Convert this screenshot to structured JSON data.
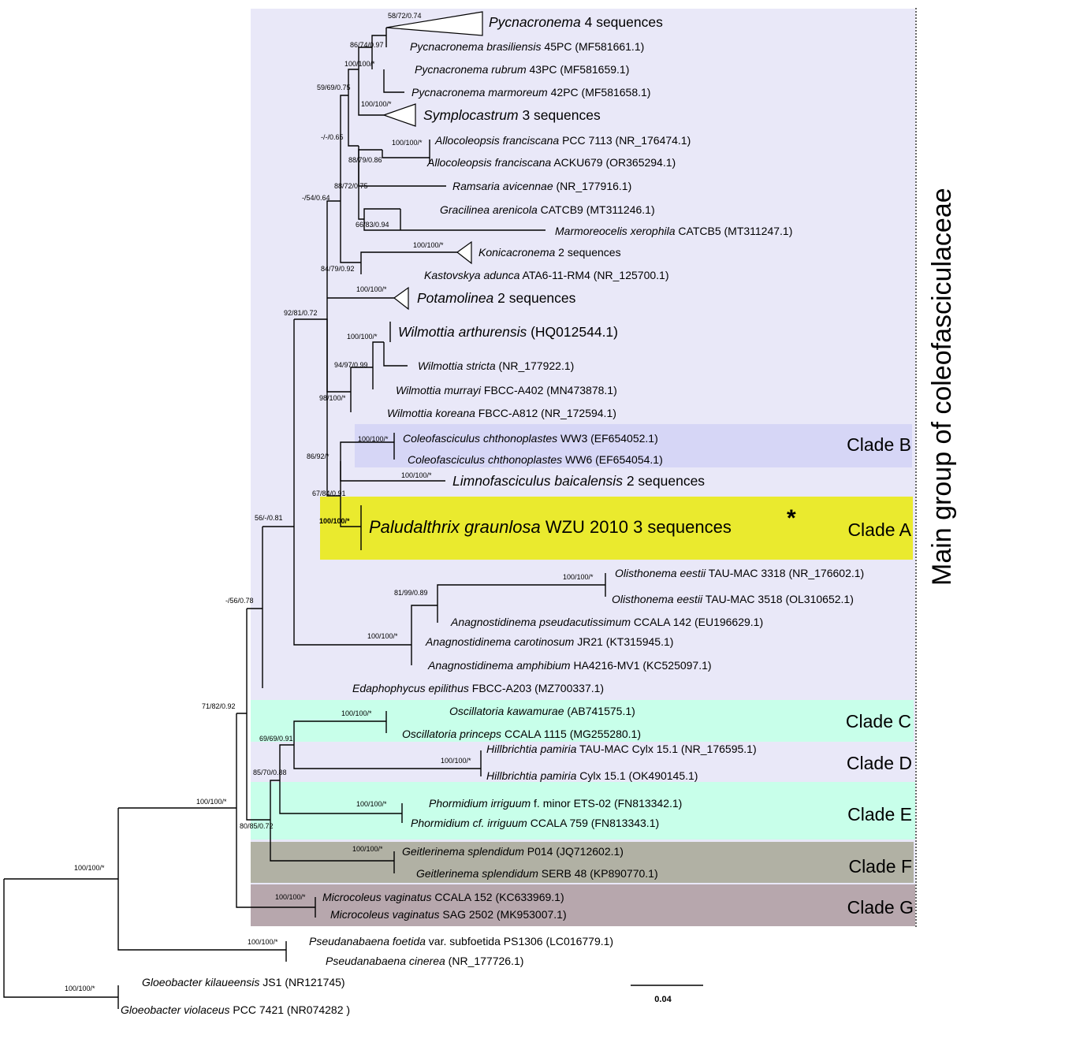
{
  "colors": {
    "main_group": "#e9e8f8",
    "clade_a": "#eaea2e",
    "clade_b": "#d6d6f6",
    "clade_c": "#c8ffea",
    "clade_d": "#e9e8f8",
    "clade_e": "#c8ffea",
    "clade_f": "#b1b1a4",
    "clade_g": "#b7a7ad"
  },
  "group_label": "Main group of coleofasciculaceae",
  "clade_labels": {
    "a": "Clade A",
    "b": "Clade B",
    "c": "Clade C",
    "d": "Clade D",
    "e": "Clade E",
    "f": "Clade F",
    "g": "Clade G"
  },
  "scale_bar": {
    "value": "0.04"
  },
  "supports": [
    "58/72/0.74",
    "86/74/0.97",
    "100/100/*",
    "59/69/0.75",
    "100/100/*",
    "-/-/0.65",
    "100/100/*",
    "88/79/0.86",
    "88/72/0.75",
    "-/54/0.64",
    "66/83/0.94",
    "100/100/*",
    "84/79/0.92",
    "100/100/*",
    "92/81/0.72",
    "100/100/*",
    "94/97/0.99",
    "98/100/*",
    "100/100/*",
    "86/92/*",
    "100/100/*",
    "67/84/0.91",
    "100/100/*",
    "56/-/0.81",
    "100/100/*",
    "81/99/0.89",
    "100/100/*",
    "-/56/0.78",
    "71/82/0.92",
    "100/100/*",
    "69/69/0.91",
    "100/100/*",
    "85/70/0.88",
    "100/100/*",
    "80/85/0.72",
    "100/100/*",
    "100/100/*",
    "100/100/*",
    "100/100/*",
    "100/100/*"
  ],
  "tips": [
    {
      "genus": "Pycnacronema",
      "rest": " 4 sequences"
    },
    {
      "genus": "Pycnacronema brasiliensis",
      "rest": " 45PC (MF581661.1)"
    },
    {
      "genus": "Pycnacronema rubrum",
      "rest": " 43PC (MF581659.1)"
    },
    {
      "genus": "Pycnacronema marmoreum",
      "rest": " 42PC (MF581658.1)"
    },
    {
      "genus": "Symplocastrum",
      "rest": " 3 sequences"
    },
    {
      "genus": "Allocoleopsis franciscana",
      "rest": " PCC 7113 (NR_176474.1)"
    },
    {
      "genus": "Allocoleopsis franciscana",
      "rest": " ACKU679 (OR365294.1)"
    },
    {
      "genus": "Ramsaria avicennae",
      "rest": " (NR_177916.1)"
    },
    {
      "genus": "Gracilinea arenicola",
      "rest": " CATCB9 (MT311246.1)"
    },
    {
      "genus": "Marmoreocelis xerophila",
      "rest": " CATCB5 (MT311247.1)"
    },
    {
      "genus": "Konicacronema",
      "rest": " 2 sequences"
    },
    {
      "genus": "Kastovskya adunca",
      "rest": " ATA6-11-RM4 (NR_125700.1)"
    },
    {
      "genus": "Potamolinea",
      "rest": " 2 sequences"
    },
    {
      "genus": "Wilmottia arthurensis",
      "rest": " (HQ012544.1)"
    },
    {
      "genus": "Wilmottia stricta",
      "rest": " (NR_177922.1)"
    },
    {
      "genus": "Wilmottia murrayi",
      "rest": " FBCC-A402 (MN473878.1)"
    },
    {
      "genus": "Wilmottia koreana",
      "rest": " FBCC-A812 (NR_172594.1)"
    },
    {
      "genus": "Coleofasciculus chthonoplastes",
      "rest": " WW3 (EF654052.1)"
    },
    {
      "genus": "Coleofasciculus chthonoplastes",
      "rest": " WW6 (EF654054.1)"
    },
    {
      "genus": "Limnofasciculus baicalensis",
      "rest": " 2 sequences"
    },
    {
      "genus": "Paludalthrix graunlosa",
      "rest": " WZU 2010 3 sequences"
    },
    {
      "genus": "Olisthonema eestii",
      "rest": " TAU-MAC 3318 (NR_176602.1)"
    },
    {
      "genus": "Olisthonema eestii",
      "rest": " TAU-MAC 3518 (OL310652.1)"
    },
    {
      "genus": "Anagnostidinema pseudacutissimum",
      "rest": " CCALA 142 (EU196629.1)"
    },
    {
      "genus": "Anagnostidinema carotinosum",
      "rest": " JR21 (KT315945.1)"
    },
    {
      "genus": "Anagnostidinema amphibium",
      "rest": " HA4216-MV1 (KC525097.1)"
    },
    {
      "genus": "Edaphophycus epilithus",
      "rest": " FBCC-A203 (MZ700337.1)"
    },
    {
      "genus": "Oscillatoria kawamurae",
      "rest": " (AB741575.1)"
    },
    {
      "genus": "Oscillatoria princeps",
      "rest": " CCALA 1115 (MG255280.1)"
    },
    {
      "genus": "Hillbrichtia pamiria",
      "rest": " TAU-MAC Cylx 15.1 (NR_176595.1)"
    },
    {
      "genus": "Hillbrichtia pamiria",
      "rest": " Cylx 15.1 (OK490145.1)"
    },
    {
      "genus": "Phormidium irriguum",
      "rest": " f. minor ETS-02 (FN813342.1)"
    },
    {
      "genus": "Phormidium cf. irriguum",
      "rest": " CCALA 759 (FN813343.1)"
    },
    {
      "genus": "Geitlerinema splendidum",
      "rest": " P014 (JQ712602.1)"
    },
    {
      "genus": "Geitlerinema splendidum",
      "rest": " SERB 48 (KP890770.1)"
    },
    {
      "genus": "Microcoleus vaginatus",
      "rest": " CCALA 152 (KC633969.1)"
    },
    {
      "genus": "Microcoleus vaginatus",
      "rest": " SAG 2502 (MK953007.1)"
    },
    {
      "genus": "Pseudanabaena foetida",
      "rest": " var. subfoetida PS1306 (LC016779.1)"
    },
    {
      "genus": "Pseudanabaena cinerea",
      "rest": " (NR_177726.1)"
    },
    {
      "genus": "Gloeobacter kilaueensis",
      "rest": " JS1 (NR121745)"
    },
    {
      "genus": "Gloeobacter violaceus",
      "rest": " PCC 7421 (NR074282 )"
    }
  ],
  "new_taxon_marker": "*"
}
